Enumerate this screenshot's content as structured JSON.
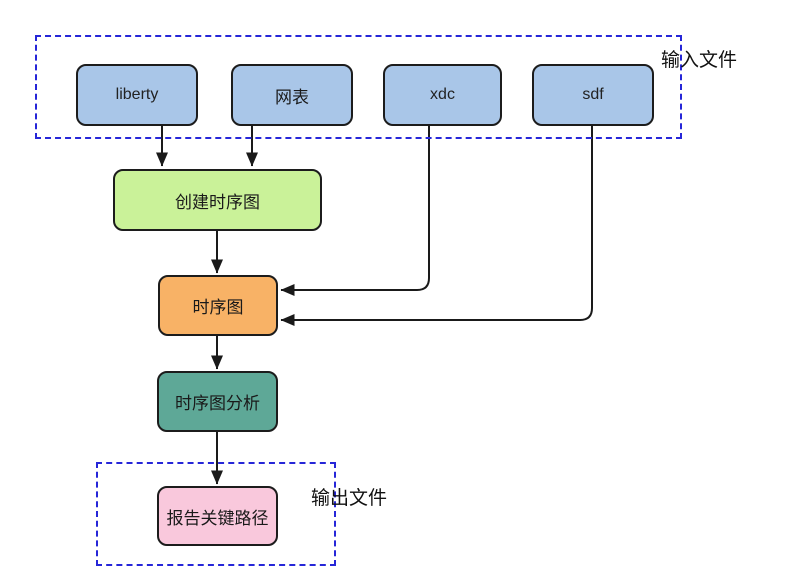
{
  "diagram": {
    "groups": {
      "input": {
        "label": "输入文件",
        "border_color": "#2626d8"
      },
      "output": {
        "label": "输出文件",
        "border_color": "#2626d8"
      }
    },
    "nodes": {
      "liberty": {
        "label": "liberty",
        "fill": "#a9c6e8"
      },
      "netlist": {
        "label": "网表",
        "fill": "#a9c6e8"
      },
      "xdc": {
        "label": "xdc",
        "fill": "#a9c6e8"
      },
      "sdf": {
        "label": "sdf",
        "fill": "#a9c6e8"
      },
      "create_timing_graph": {
        "label": "创建时序图",
        "fill": "#caf299"
      },
      "timing_graph": {
        "label": "时序图",
        "fill": "#f8b266"
      },
      "timing_graph_analysis": {
        "label": "时序图分析",
        "fill": "#5ea897"
      },
      "report_critical_path": {
        "label": "报告关键路径",
        "fill": "#f9c8dc"
      }
    },
    "connections": [
      {
        "from": "liberty",
        "to": "create_timing_graph"
      },
      {
        "from": "netlist",
        "to": "create_timing_graph"
      },
      {
        "from": "create_timing_graph",
        "to": "timing_graph"
      },
      {
        "from": "xdc",
        "to": "timing_graph"
      },
      {
        "from": "sdf",
        "to": "timing_graph"
      },
      {
        "from": "timing_graph",
        "to": "timing_graph_analysis"
      },
      {
        "from": "timing_graph_analysis",
        "to": "report_critical_path"
      }
    ],
    "colors": {
      "background": "#ffffff",
      "connector": "#1a1a1a",
      "node_border": "#1c1c1c",
      "dashed_border": "#2626d8",
      "text": "#1a1a1a"
    }
  }
}
